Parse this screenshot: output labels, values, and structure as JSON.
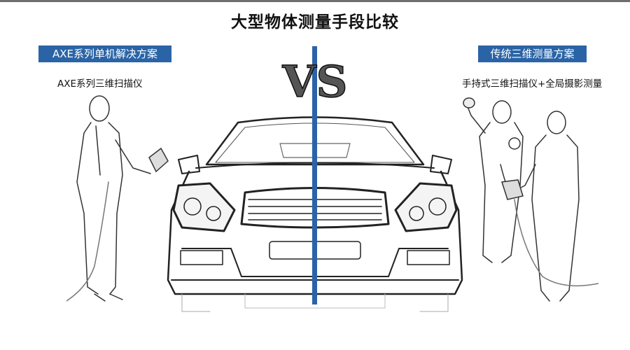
{
  "header": {
    "title": "大型物体测量手段比较"
  },
  "left_panel": {
    "label": "AXE系列单机解决方案",
    "subtitle": "AXE系列三维扫描仪"
  },
  "right_panel": {
    "label": "传统三维测量方案",
    "subtitle": "手持式三维扫描仪+全局摄影测量"
  },
  "center": {
    "vs_text": "VS"
  },
  "colors": {
    "accent_blue": "#2a64a6",
    "top_rule": "#6e6e6e",
    "title_text": "#111111"
  }
}
